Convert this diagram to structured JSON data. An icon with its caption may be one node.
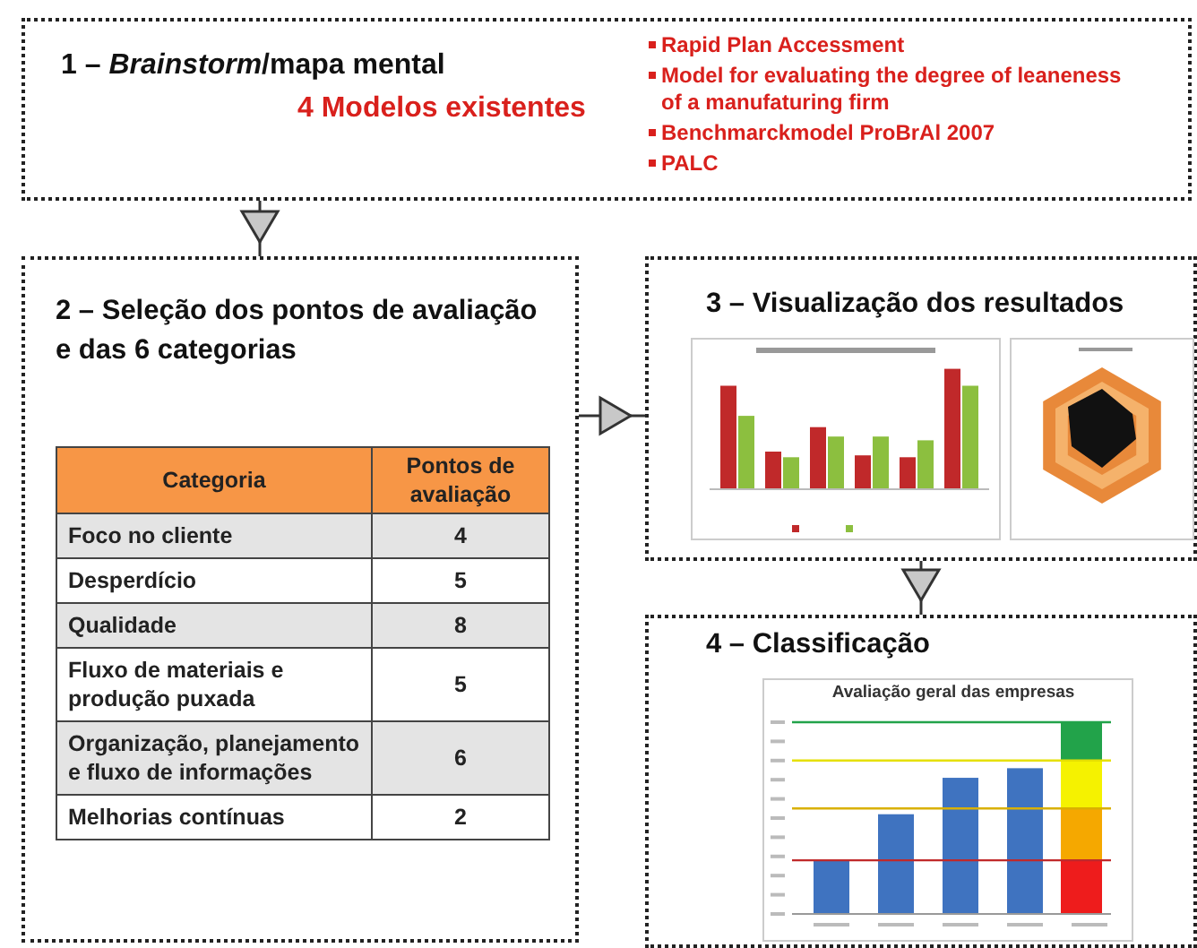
{
  "diagram": {
    "nodes": [
      {
        "text": [
          "1 – *Brainstorm*/mapa mental",
          "4 Modelos existentes",
          "Rapid Plan Accessment",
          "Model for evaluating the degree of leaneness of a manufaturing firm",
          "Benchmarckmodel ProBrAl 2007",
          "PALC"
        ]
      },
      {
        "text": [
          "2 – Seleção dos pontos de avaliação e das 6 categorias"
        ]
      },
      {
        "text": [
          "3 – Visualização dos resultados"
        ]
      },
      {
        "text": [
          "4 – Classificação"
        ]
      }
    ],
    "edges": [
      {
        "from": 0,
        "to": 1,
        "arrow": "to"
      },
      {
        "from": 1,
        "to": 2,
        "arrow": "to"
      },
      {
        "from": 2,
        "to": 3,
        "arrow": "to"
      }
    ],
    "labels": [
      "Categoria",
      "Pontos de avaliação",
      "Foco no cliente",
      "4",
      "Desperdício",
      "5",
      "Qualidade",
      "8",
      "Fluxo de materiais e produção puxada",
      "5",
      "Organização, planejamento e fluxo de informações",
      "6",
      "Melhorias contínuas",
      "2",
      "Avaliação geral das empresas"
    ]
  }
}
